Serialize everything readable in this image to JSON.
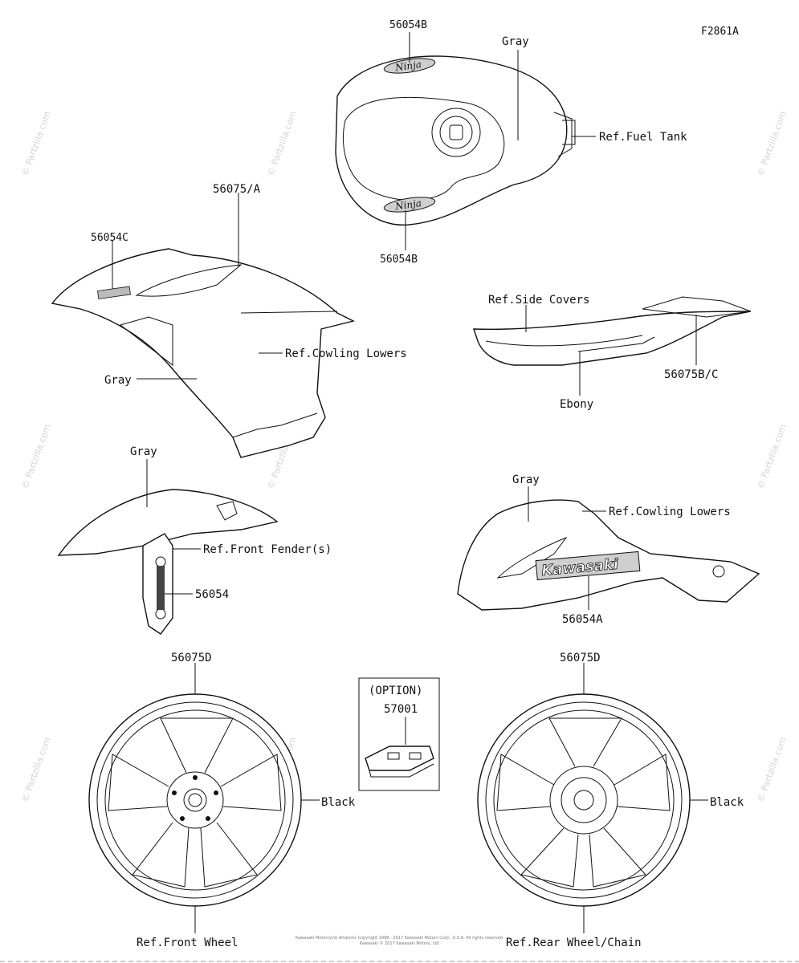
{
  "figure_code": "F2861A",
  "watermark": "© Partzilla.com",
  "callouts": {
    "tank_top": "56054B",
    "tank_bottom": "56054B",
    "tank_gray": "Gray",
    "fuel_tank": "Ref.Fuel Tank",
    "cowl_56075a": "56075/A",
    "cowl_56054c": "56054C",
    "cowling_lowers_1": "Ref.Cowling Lowers",
    "cowl_gray": "Gray",
    "side_covers": "Ref.Side Covers",
    "side_56075bc": "56075B/C",
    "side_ebony": "Ebony",
    "fender_gray": "Gray",
    "front_fender": "Ref.Front Fender(s)",
    "fender_56054": "56054",
    "lower_gray": "Gray",
    "cowling_lowers_2": "Ref.Cowling Lowers",
    "lower_56054a": "56054A",
    "front_wheel_code": "56075D",
    "front_wheel_black": "Black",
    "front_wheel": "Ref.Front Wheel",
    "option_title": "(OPTION)",
    "option_code": "57001",
    "rear_wheel_code": "56075D",
    "rear_wheel_black": "Black",
    "rear_wheel": "Ref.Rear Wheel/Chain",
    "kawasaki_logo": "Kawasaki",
    "ninja_logo": "Ninja"
  },
  "copyright_lines": [
    "Kawasaki Motorcycle Artworks Copyright 1998 - 2017 Kawasaki Motors Corp., U.S.A. All rights reserved",
    "Kawasaki © 2017 Kawasaki Motors, Ltd"
  ]
}
